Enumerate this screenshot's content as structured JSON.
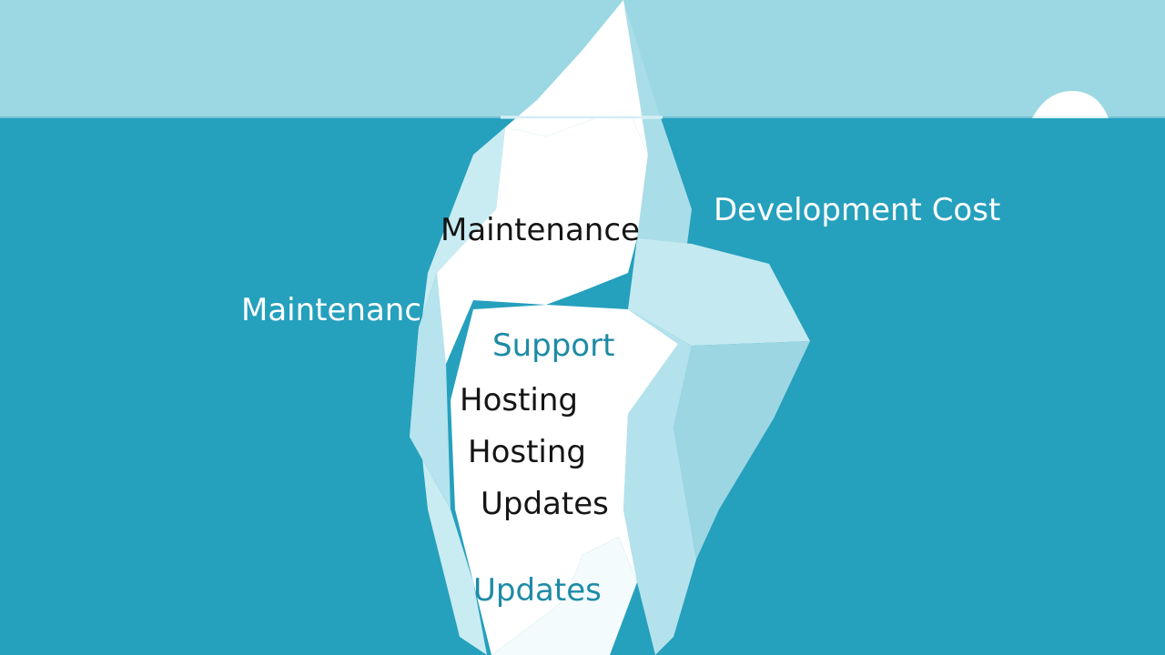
{
  "colors": {
    "sky": "#9bd8e3",
    "water": "#25a0bd",
    "waterline": "#e9f7fa",
    "ice_white": "#ffffff",
    "ice_light": "#d7f1f6",
    "ice_mid": "#bfe6ef",
    "ice_shadow": "#a6dbe7",
    "label_dark": "#151515",
    "label_teal": "#1d8ba6",
    "label_white": "#ffffff"
  },
  "labels": {
    "maintenance_top": "Maintenance",
    "development_cost": "Development Cost",
    "maintenance_left": "Maintenanc",
    "support": "Support",
    "hosting_1": "Hosting",
    "hosting_2": "Hosting",
    "updates_1": "Updates",
    "updates_2": "Updates"
  }
}
